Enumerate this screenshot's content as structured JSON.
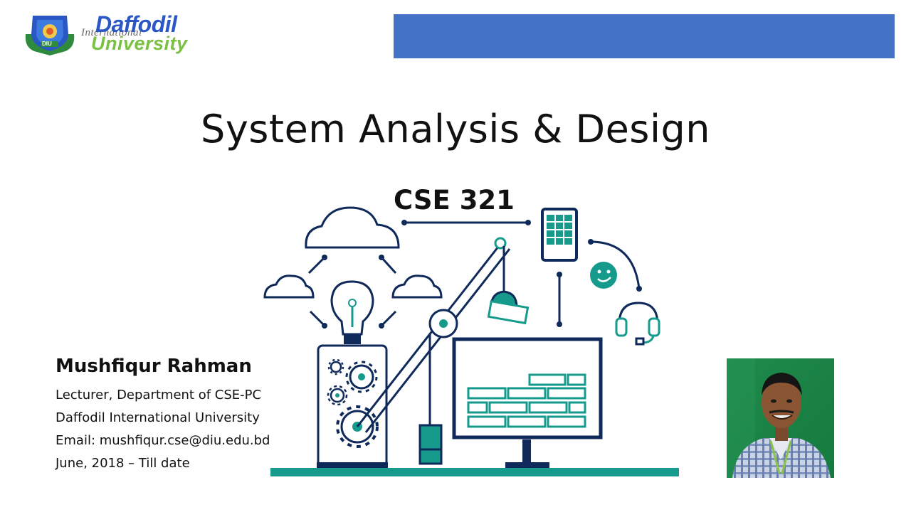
{
  "logo": {
    "word1": "Daffodil",
    "word2": "University",
    "word3": "International",
    "badge_text": "DIU"
  },
  "slide": {
    "title": "System Analysis & Design",
    "course_code": "CSE 321"
  },
  "author": {
    "name": "Mushfiqur Rahman",
    "role": "Lecturer, Department of CSE-PC",
    "institution": "Daffodil International University",
    "email": "Email: mushfiqur.cse@diu.edu.bd",
    "tenure": "June, 2018 – Till date"
  },
  "colors": {
    "banner": "#4472c4",
    "illustration_navy": "#0f2a5a",
    "illustration_teal": "#159a8c",
    "logo_blue": "#2a56c6",
    "logo_green": "#7ac143",
    "photo_background": "#1f8a4c"
  },
  "icons": [
    "cloud-icon",
    "lightbulb-icon",
    "gear-icon",
    "tablet-icon",
    "smiley-icon",
    "headset-icon",
    "monitor-icon",
    "crane-arm-icon"
  ]
}
